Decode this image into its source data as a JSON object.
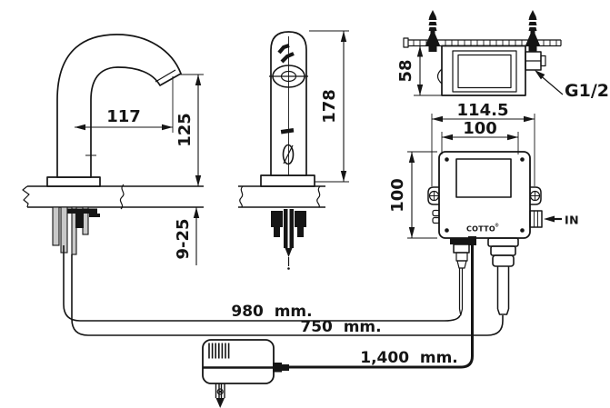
{
  "drawing": {
    "faucet_side": {
      "reach": "117",
      "outlet_height": "125",
      "deck_thickness": "9-25"
    },
    "faucet_front": {
      "overall_height": "178"
    },
    "control_box_side": {
      "height": "58",
      "thread_size": "G1/2"
    },
    "control_box_front": {
      "overall_width": "114.5",
      "body_width": "100",
      "body_height": "100",
      "inlet_label": "IN",
      "brand": "COTTO",
      "brand_mark": "®"
    },
    "cables": {
      "sensor_cable_length": "980  mm.",
      "supply_hose_length": "750  mm.",
      "power_cord_length": "1,400  mm."
    }
  }
}
